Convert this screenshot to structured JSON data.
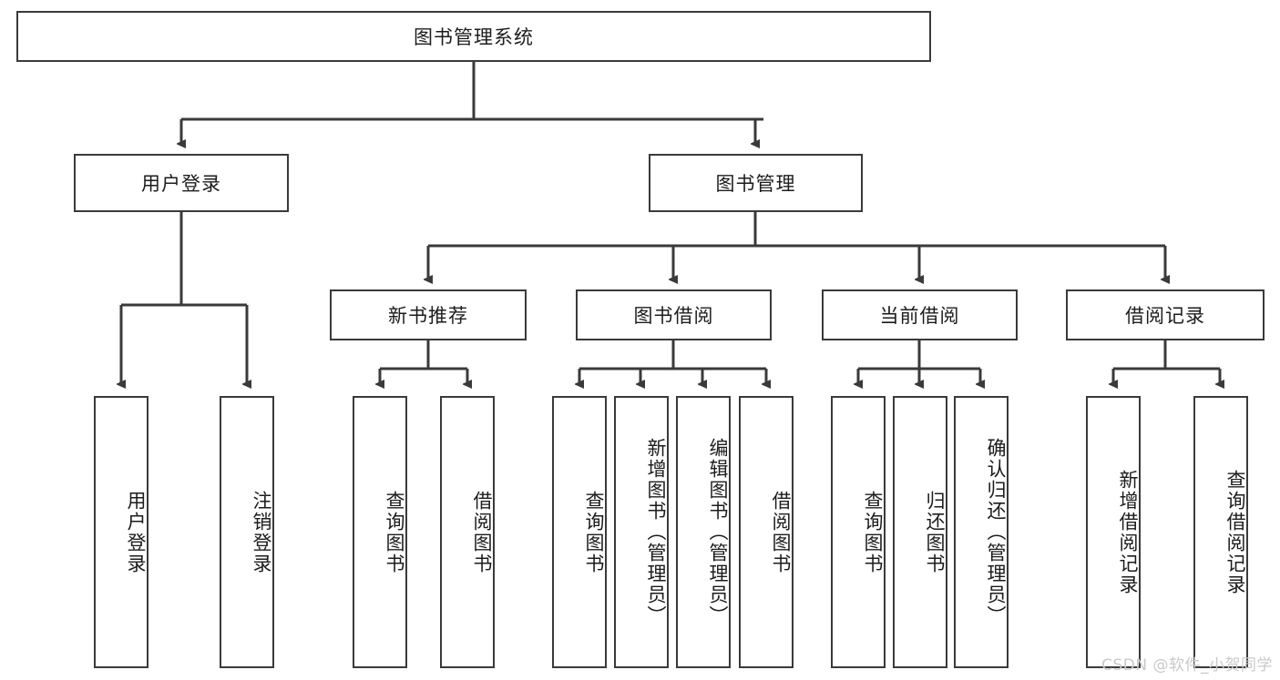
{
  "diagram": {
    "type": "tree",
    "title": "图书管理系统",
    "root": {
      "label": "图书管理系统"
    },
    "level1": [
      {
        "label": "用户登录"
      },
      {
        "label": "图书管理"
      }
    ],
    "level2": [
      {
        "label": "新书推荐"
      },
      {
        "label": "图书借阅"
      },
      {
        "label": "当前借阅"
      },
      {
        "label": "借阅记录"
      }
    ],
    "leaves": {
      "user_login": [
        {
          "label": "用户登录"
        },
        {
          "label": "注销登录"
        }
      ],
      "new_book_recommend": [
        {
          "label": "查询图书"
        },
        {
          "label": "借阅图书"
        }
      ],
      "book_borrow": [
        {
          "label": "查询图书"
        },
        {
          "label": "新增图书（管理员）"
        },
        {
          "label": "编辑图书（管理员）"
        },
        {
          "label": "借阅图书"
        }
      ],
      "current_borrow": [
        {
          "label": "查询图书"
        },
        {
          "label": "归还图书"
        },
        {
          "label": "确认归还（管理员）"
        }
      ],
      "borrow_record": [
        {
          "label": "新增借阅记录"
        },
        {
          "label": "查询借阅记录"
        }
      ]
    }
  },
  "watermark": {
    "text": "CSDN @软件_小贺同学"
  },
  "colors": {
    "box_border": "#3a3a3a",
    "box_fill": "#ffffff",
    "line": "#3a3a3a",
    "text": "#1c1c1c",
    "watermark": "#c9c9c9"
  }
}
